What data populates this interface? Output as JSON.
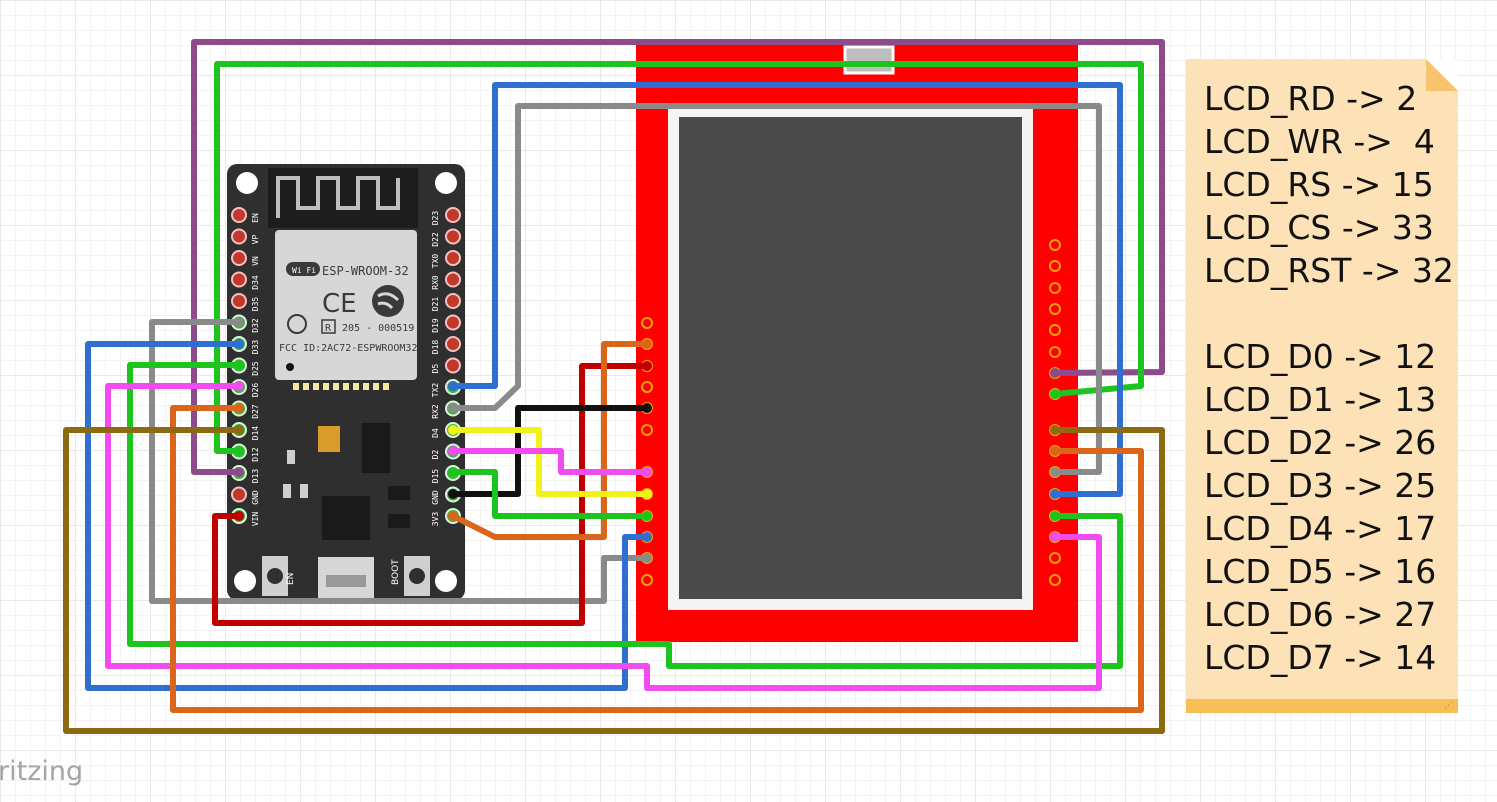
{
  "brand": "ritzing",
  "esp32": {
    "module_name": "ESP-WROOM-32",
    "wifi_logo": "Wi Fi",
    "ce_mark": "CE",
    "r_mark": "R",
    "cert_code": "205 - 000519",
    "fcc_id": "FCC ID:2AC72-ESPWROOM32",
    "en_label": "EN",
    "boot_label": "BOOT",
    "left_pins": [
      "EN",
      "VP",
      "VN",
      "D34",
      "D35",
      "D32",
      "D33",
      "D25",
      "D26",
      "D27",
      "D14",
      "D12",
      "D13",
      "GND",
      "VIN"
    ],
    "right_pins": [
      "D23",
      "D22",
      "TX0",
      "RX0",
      "D21",
      "D19",
      "D18",
      "D5",
      "TX2",
      "RX2",
      "D4",
      "D2",
      "D15",
      "GND",
      "3V3"
    ]
  },
  "note": {
    "control_lines": [
      "LCD_RD -> 2",
      "LCD_WR ->  4",
      "LCD_RS -> 15",
      "LCD_CS -> 33",
      "LCD_RST -> 32"
    ],
    "data_lines": [
      "LCD_D0 -> 12",
      "LCD_D1 -> 13",
      "LCD_D2 -> 26",
      "LCD_D3 -> 25",
      "LCD_D4 -> 17",
      "LCD_D5 -> 16",
      "LCD_D6 -> 27",
      "LCD_D7 -> 14"
    ]
  },
  "colors": {
    "purple": "#8e4b8c",
    "green": "#1ec41e",
    "blue": "#2e6fd0",
    "gray": "#8a8a8a",
    "red": "#c00000",
    "orange": "#d9661a",
    "magenta": "#f04cf0",
    "yellow": "#f2f21a",
    "black": "#111111",
    "olive": "#8b6a12",
    "lcd_board": "#ff0000",
    "board": "#2f2f2f"
  },
  "icons": [
    "wifi-logo-icon",
    "ce-mark-icon",
    "espressif-logo-icon",
    "fold-corner-icon"
  ]
}
